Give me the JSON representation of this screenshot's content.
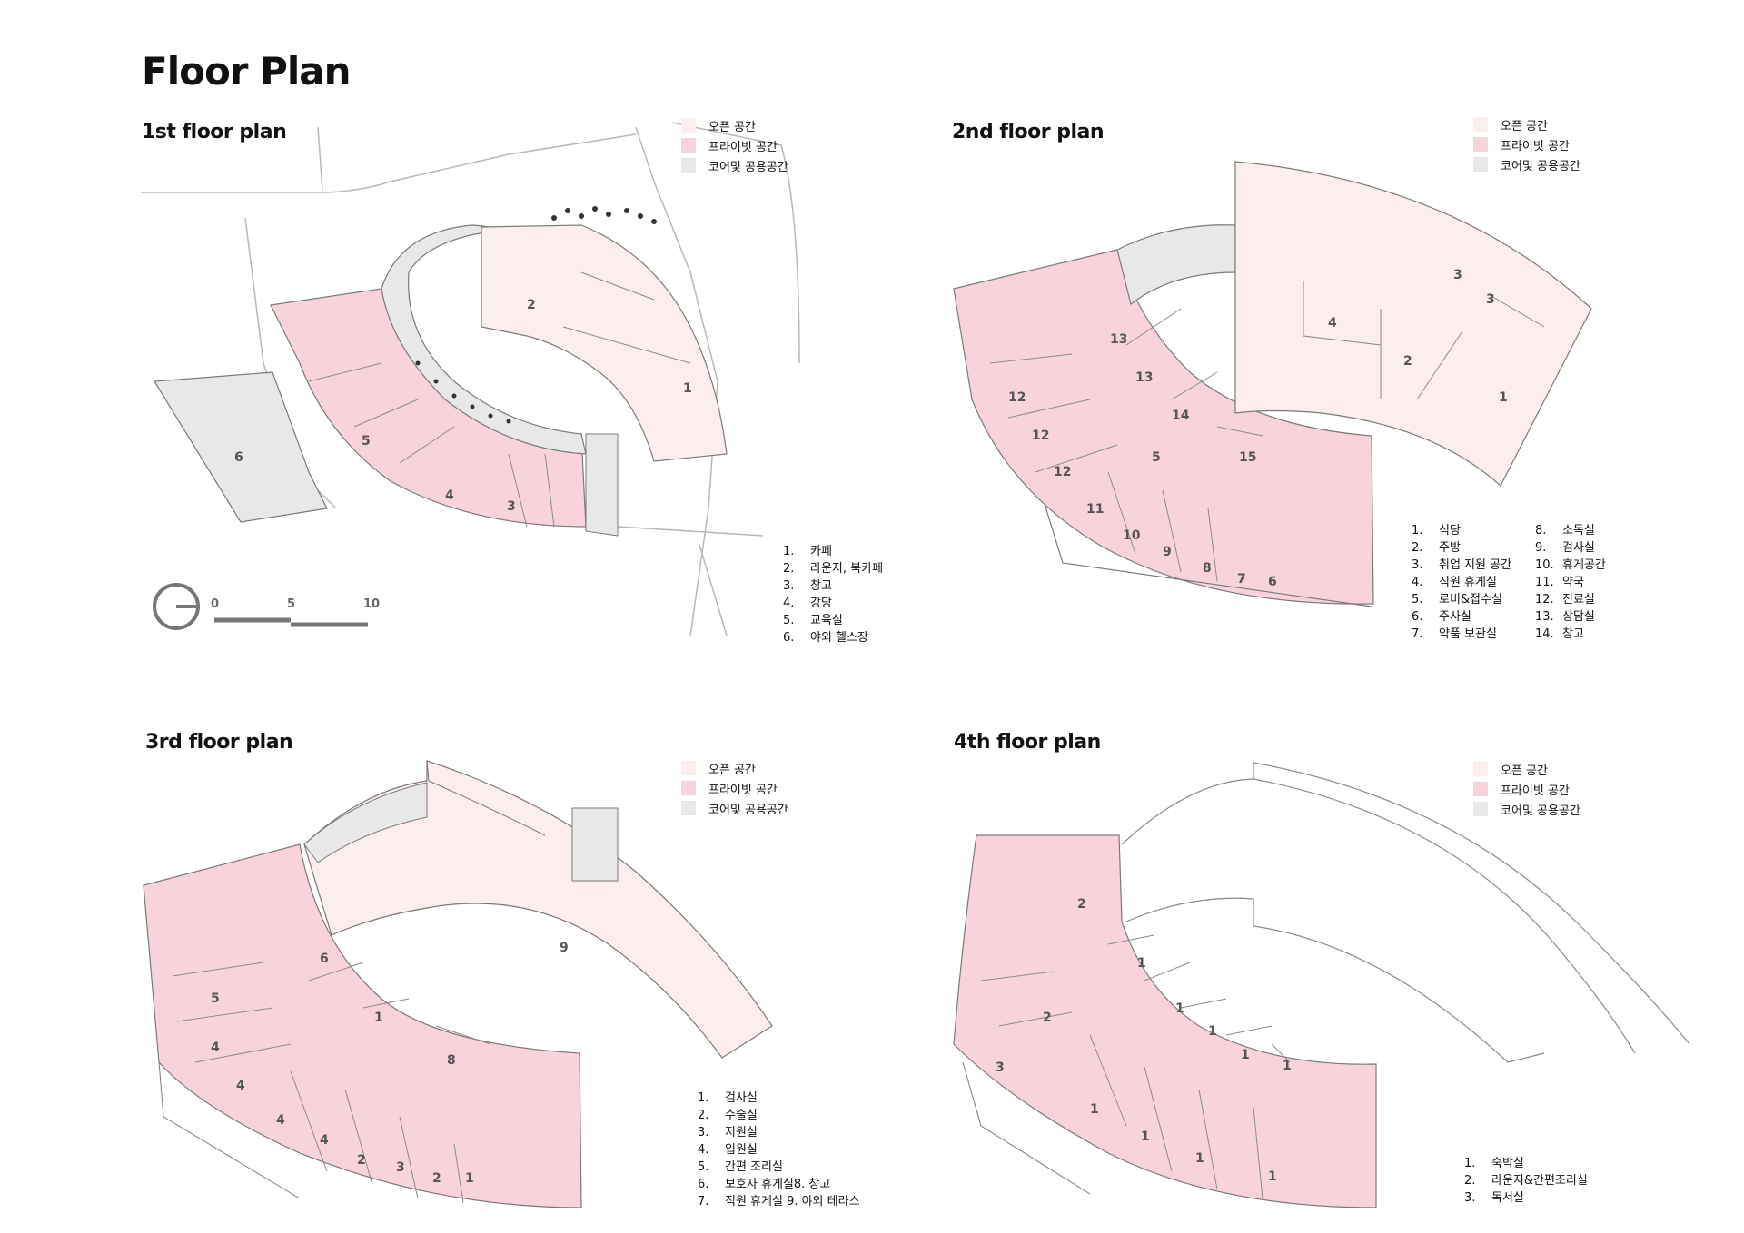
{
  "page_title": "Floor Plan",
  "colors": {
    "open_space": "#fdeeee",
    "private_space": "#f9d3dc",
    "core_space": "#e8e8e8",
    "line": "#7a7a7a"
  },
  "legend": {
    "open": "오픈 공간",
    "private": "프라이빗 공간",
    "core": "코어및 공용공간"
  },
  "scale_bar": {
    "labels": [
      "0",
      "5",
      "10"
    ]
  },
  "floors": {
    "f1": {
      "title": "1st floor plan",
      "rooms": [
        "1",
        "2",
        "3",
        "4",
        "5",
        "6"
      ],
      "notes": [
        {
          "num": "1.",
          "text": "카페"
        },
        {
          "num": "2.",
          "text": "라운지, 북카페"
        },
        {
          "num": "3.",
          "text": "창고"
        },
        {
          "num": "4.",
          "text": "강당"
        },
        {
          "num": "5.",
          "text": "교육실"
        },
        {
          "num": "6.",
          "text": "야외 헬스장"
        }
      ]
    },
    "f2": {
      "title": "2nd floor plan",
      "rooms": [
        "1",
        "2",
        "3",
        "3",
        "4",
        "5",
        "6",
        "7",
        "8",
        "9",
        "10",
        "11",
        "12",
        "12",
        "12",
        "13",
        "13",
        "14",
        "15"
      ],
      "notes_left": [
        {
          "num": "1.",
          "text": "식당"
        },
        {
          "num": "2.",
          "text": "주방"
        },
        {
          "num": "3.",
          "text": "취업 지원 공간"
        },
        {
          "num": "4.",
          "text": "직원 휴게실"
        },
        {
          "num": "5.",
          "text": "로비&접수실"
        },
        {
          "num": "6.",
          "text": "주사실"
        },
        {
          "num": "7.",
          "text": "약품 보관실"
        }
      ],
      "notes_right": [
        {
          "num": "8.",
          "text": "소독실"
        },
        {
          "num": "9.",
          "text": "검사실"
        },
        {
          "num": "10.",
          "text": "휴게공간"
        },
        {
          "num": "11.",
          "text": "약국"
        },
        {
          "num": "12.",
          "text": "진료실"
        },
        {
          "num": "13.",
          "text": "상담실"
        },
        {
          "num": "14.",
          "text": "창고"
        }
      ]
    },
    "f3": {
      "title": "3rd floor plan",
      "rooms": [
        "1",
        "1",
        "2",
        "2",
        "3",
        "4",
        "4",
        "4",
        "4",
        "5",
        "6",
        "8",
        "9"
      ],
      "notes": [
        {
          "num": "1.",
          "text": "검사실"
        },
        {
          "num": "2.",
          "text": "수술실"
        },
        {
          "num": "3.",
          "text": "지원실"
        },
        {
          "num": "4.",
          "text": "입원실"
        },
        {
          "num": "5.",
          "text": "간편 조리실"
        },
        {
          "num": "6.",
          "text": "보호자 휴게실8.  창고"
        },
        {
          "num": "7.",
          "text": "직원 휴게실   9.  야외 테라스"
        }
      ]
    },
    "f4": {
      "title": "4th floor plan",
      "rooms": [
        "1",
        "1",
        "1",
        "1",
        "1",
        "1",
        "1",
        "1",
        "1",
        "2",
        "2",
        "3"
      ],
      "notes": [
        {
          "num": "1.",
          "text": "숙박실"
        },
        {
          "num": "2.",
          "text": "라운지&간편조리실"
        },
        {
          "num": "3.",
          "text": "독서실"
        }
      ]
    }
  }
}
